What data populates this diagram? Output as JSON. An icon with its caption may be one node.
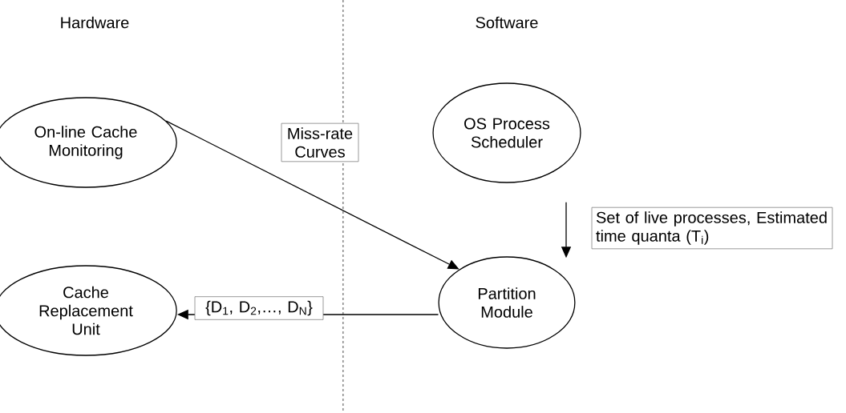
{
  "diagram": {
    "nodes": [
      {
        "text": [
          "On-line Cache Monitoring"
        ]
      },
      {
        "text": [
          "OS Process Scheduler"
        ]
      },
      {
        "text": [
          "Cache Replacement Unit"
        ]
      },
      {
        "text": [
          "Partition Module"
        ]
      }
    ],
    "edges": [
      {
        "from": 0,
        "to": 3,
        "arrow": "to",
        "label": "Miss-rate Curves"
      },
      {
        "from": 1,
        "to": 3,
        "arrow": "to",
        "label": "Set of live processes, Estimated time quanta (T$_{i}$)"
      },
      {
        "from": 3,
        "to": 2,
        "arrow": "to",
        "label": "{D$_{1}$, D$_{2}$,…, D$_{N}$}"
      }
    ],
    "labels": [
      "Hardware",
      "Software"
    ]
  }
}
